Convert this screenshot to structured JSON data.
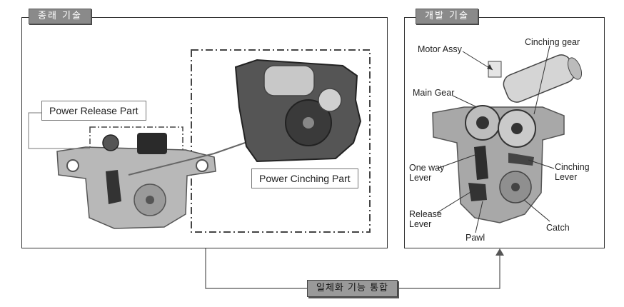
{
  "left_panel": {
    "tag": "종래 기술",
    "power_release_label": "Power Release Part",
    "power_cinching_label": "Power Cinching Part"
  },
  "right_panel": {
    "tag": "개발 기술",
    "labels": {
      "motor_assy": "Motor Assy",
      "cinching_gear": "Cinching gear",
      "main_gear": "Main Gear",
      "one_way_lever": [
        "One way",
        "Lever"
      ],
      "cinching_lever": [
        "Cinching",
        "Lever"
      ],
      "release_lever": [
        "Release",
        "Lever"
      ],
      "pawl": "Pawl",
      "catch": "Catch"
    }
  },
  "bottom": {
    "integration_label": "일체화 기능 통합"
  }
}
